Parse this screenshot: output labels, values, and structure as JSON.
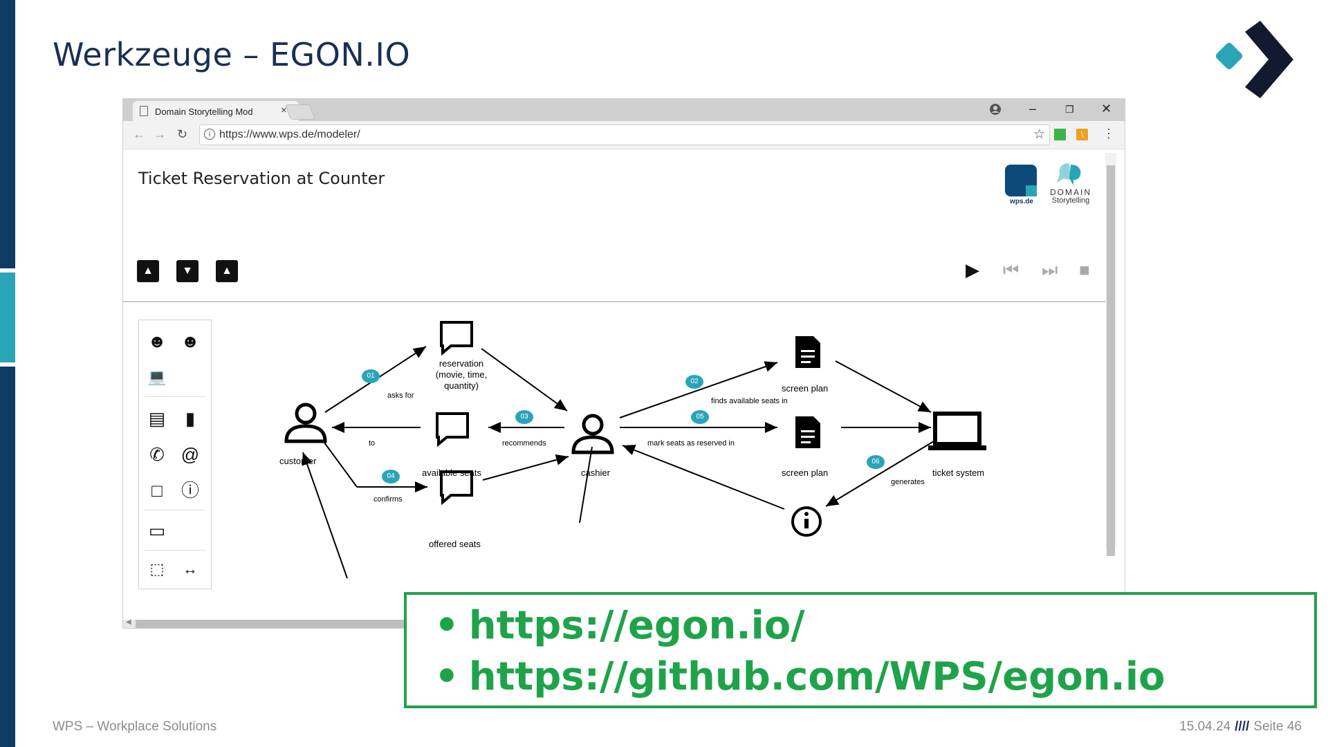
{
  "slide": {
    "title": "Werkzeuge – EGON.IO",
    "footer_left": "WPS – Workplace Solutions",
    "footer_date": "15.04.24",
    "footer_separator": "////",
    "footer_page": "Seite 46"
  },
  "browser": {
    "tab_title": "Domain Storytelling Mod",
    "tab_close": "×",
    "url": "https://www.wps.de/modeler/",
    "window_controls": [
      "–",
      "❐",
      "✕"
    ],
    "nav": {
      "back": "←",
      "forward": "→",
      "reload": "↻"
    },
    "star": "☆",
    "menu": "⋮"
  },
  "app": {
    "title": "Ticket Reservation at Counter",
    "logo_wps_label": "wps.de",
    "logo_ds_line1": "DOMAIN",
    "logo_ds_line2": "Storytelling",
    "toolbar_icons": [
      "import-icon",
      "export-icon",
      "image-export-icon"
    ],
    "replay_controls": [
      "play-icon",
      "previous-step-icon",
      "next-step-icon",
      "stop-icon"
    ]
  },
  "palette": {
    "icons": [
      "person-icon",
      "group-icon",
      "system-icon",
      "document-icon",
      "folder-icon",
      "phone-icon",
      "email-icon",
      "conversation-icon",
      "info-icon",
      "group-box-icon",
      "lasso-tool-icon",
      "space-tool-icon"
    ]
  },
  "diagram": {
    "actors": {
      "customer": "customer",
      "cashier": "cashier",
      "ticket_system": "ticket system"
    },
    "work_objects": {
      "reservation": [
        "reservation",
        "(movie, time,",
        "quantity)"
      ],
      "available_seats": "available seats",
      "offered_seats": "offered seats",
      "screen_plan_1": "screen plan",
      "screen_plan_2": "screen plan"
    },
    "activities": {
      "a01": "asks for",
      "a01_num": "01",
      "a02": "finds available seats in",
      "a02_num": "02",
      "a03": "recommends",
      "a03_num": "03",
      "a03_to": "to",
      "a04": "confirms",
      "a04_num": "04",
      "a05": "mark seats as reserved in",
      "a05_num": "05",
      "a06": "generates",
      "a06_num": "06"
    }
  },
  "links": {
    "bullet": "•",
    "link1": "https://egon.io/",
    "link2": "https://github.com/WPS/egon.io"
  },
  "colors": {
    "navy": "#0d3b63",
    "teal": "#2aa5b8",
    "green": "#1fa34a",
    "badge": "#2aa5b8"
  }
}
